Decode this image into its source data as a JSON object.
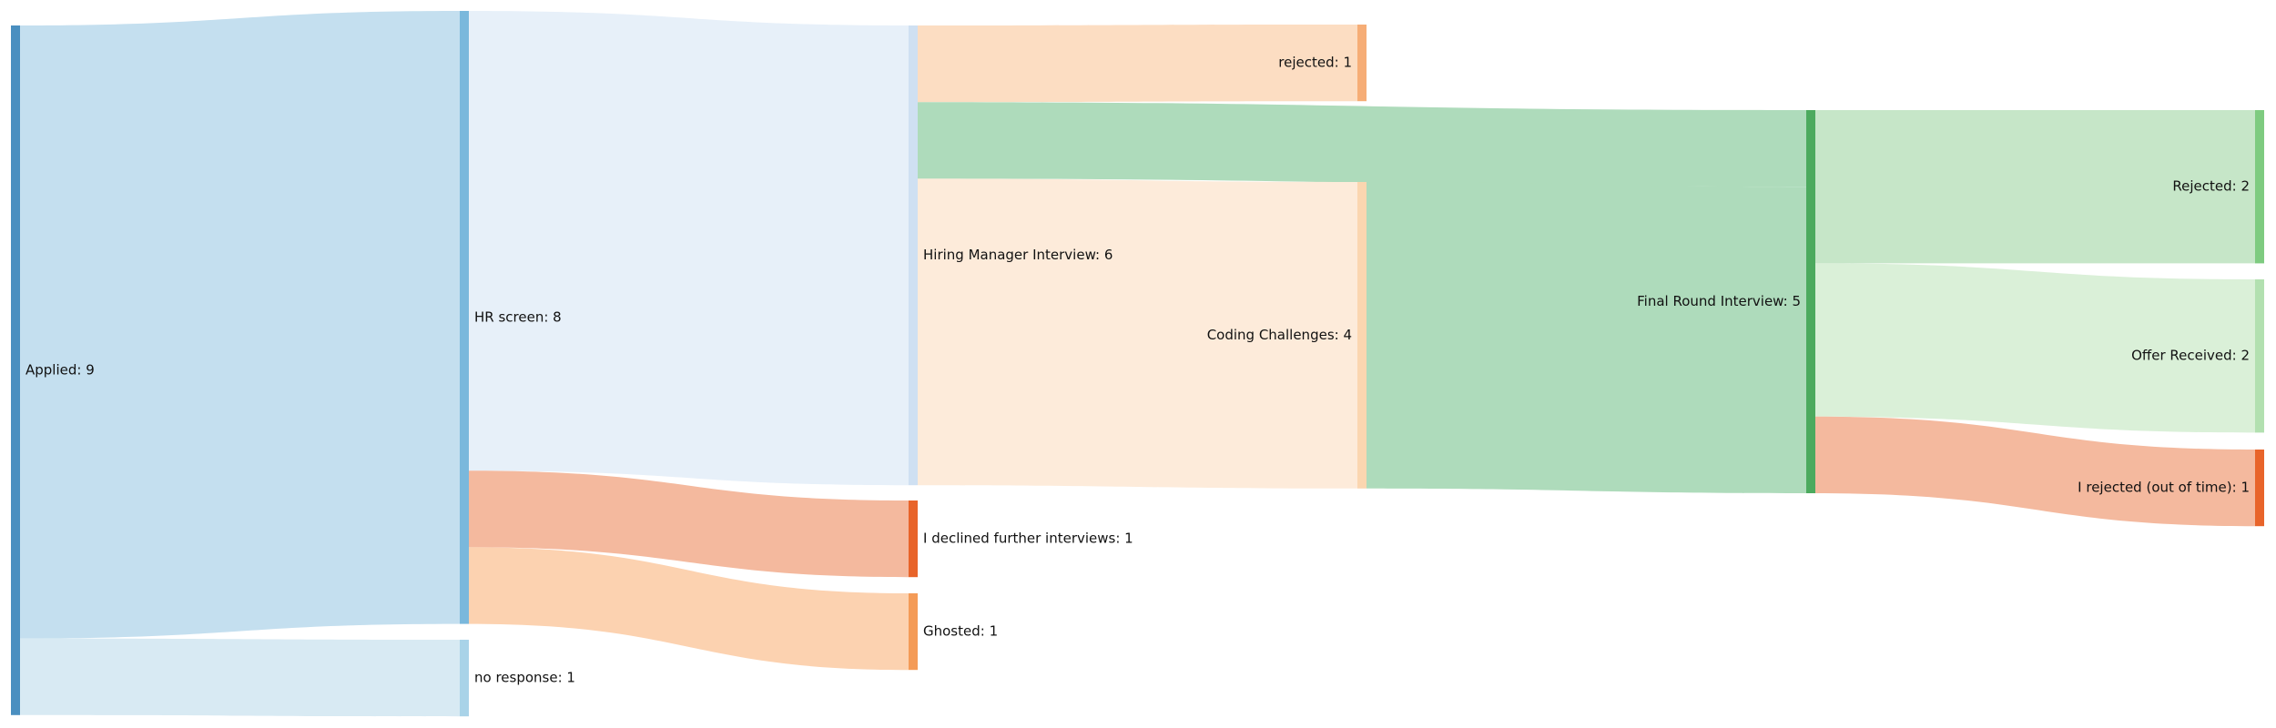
{
  "chart_data": {
    "type": "sankey",
    "nodes": [
      {
        "id": "applied",
        "label": "Applied: 9",
        "value": 9,
        "color": "#4a8fc0"
      },
      {
        "id": "hr",
        "label": "HR screen: 8",
        "value": 8,
        "color": "#7ab8dc"
      },
      {
        "id": "noresp",
        "label": "no response: 1",
        "value": 1,
        "color": "#a9d3e8"
      },
      {
        "id": "hm",
        "label": "Hiring Manager Interview: 6",
        "value": 6,
        "color": "#cfe0f2"
      },
      {
        "id": "declined",
        "label": "I declined further interviews: 1",
        "value": 1,
        "color": "#e8642a"
      },
      {
        "id": "ghosted",
        "label": "Ghosted: 1",
        "value": 1,
        "color": "#f49b57"
      },
      {
        "id": "rejected1",
        "label": "rejected: 1",
        "value": 1,
        "color": "#f6ad76"
      },
      {
        "id": "coding",
        "label": "Coding Challenges: 4",
        "value": 4,
        "color": "#fbd6b0"
      },
      {
        "id": "final",
        "label": "Final Round Interview: 5",
        "value": 5,
        "color": "#4caa5e"
      },
      {
        "id": "rejected2",
        "label": "Rejected: 2",
        "value": 2,
        "color": "#7ecb80"
      },
      {
        "id": "offer",
        "label": "Offer Received: 2",
        "value": 2,
        "color": "#b2e0b0"
      },
      {
        "id": "irejected",
        "label": "I rejected (out of time): 1",
        "value": 1,
        "color": "#e8642a"
      }
    ],
    "links": [
      {
        "source": "applied",
        "target": "hr",
        "value": 8,
        "color": "#c4dfef"
      },
      {
        "source": "applied",
        "target": "noresp",
        "value": 1,
        "color": "#d8eaf3"
      },
      {
        "source": "hr",
        "target": "hm",
        "value": 6,
        "color": "#e7f0f9"
      },
      {
        "source": "hr",
        "target": "declined",
        "value": 1,
        "color": "#f4b99e"
      },
      {
        "source": "hr",
        "target": "ghosted",
        "value": 1,
        "color": "#fcd2b0"
      },
      {
        "source": "hm",
        "target": "rejected1",
        "value": 1,
        "color": "#fcddc2"
      },
      {
        "source": "hm",
        "target": "final",
        "value": 1,
        "color": "#aedbbb"
      },
      {
        "source": "hm",
        "target": "coding",
        "value": 4,
        "color": "#fdebda"
      },
      {
        "source": "coding",
        "target": "final",
        "value": 4,
        "color": "#aedbbb"
      },
      {
        "source": "final",
        "target": "rejected2",
        "value": 2,
        "color": "#c6e6c8"
      },
      {
        "source": "final",
        "target": "offer",
        "value": 2,
        "color": "#daf0d8"
      },
      {
        "source": "final",
        "target": "irejected",
        "value": 1,
        "color": "#f4b99e"
      }
    ]
  }
}
